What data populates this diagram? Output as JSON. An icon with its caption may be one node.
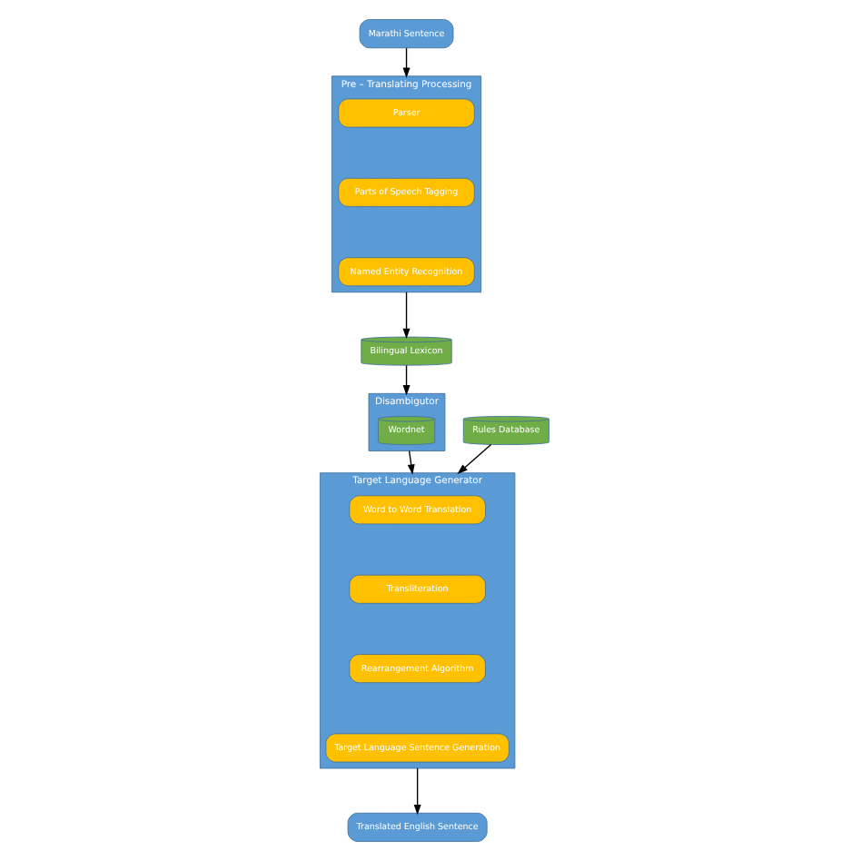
{
  "diagram": {
    "nodes": [
      {
        "text": [
          "Marathi Sentence"
        ]
      },
      {
        "text": [
          "Pre – Translating Processing"
        ]
      },
      {
        "text": [
          "Parser"
        ],
        "in": 1
      },
      {
        "text": [
          "Parts of Speech Tagging"
        ],
        "in": 1
      },
      {
        "text": [
          "Named Entity Recognition"
        ],
        "in": 1
      },
      {
        "text": [
          "Bilingual Lexicon"
        ]
      },
      {
        "text": [
          "Target Language Generator"
        ]
      },
      {
        "text": [
          "Word to Word Translation"
        ],
        "in": 6
      },
      {
        "text": [
          "Transliteration"
        ],
        "in": 6
      },
      {
        "text": [
          "Rearrangement Algorithm"
        ],
        "in": 6
      },
      {
        "text": [
          "Target Language Sentence Generation"
        ],
        "in": 6
      },
      {
        "text": [
          "Disambigutor"
        ]
      },
      {
        "text": [
          "Wordnet"
        ],
        "in": 11
      },
      {
        "text": [
          "Translated English Sentence"
        ]
      },
      {
        "text": [
          "Rules Database"
        ]
      }
    ],
    "edges": [
      {
        "from": 0,
        "to": 1,
        "arrow": "to"
      },
      {
        "from": 1,
        "to": 5,
        "arrow": "to"
      },
      {
        "from": 5,
        "to": 11,
        "arrow": "to"
      },
      {
        "from": 11,
        "to": 6,
        "arrow": "to"
      },
      {
        "from": 6,
        "to": 13,
        "arrow": "to"
      },
      {
        "from": 14,
        "to": 6,
        "arrow": "to"
      }
    ]
  }
}
